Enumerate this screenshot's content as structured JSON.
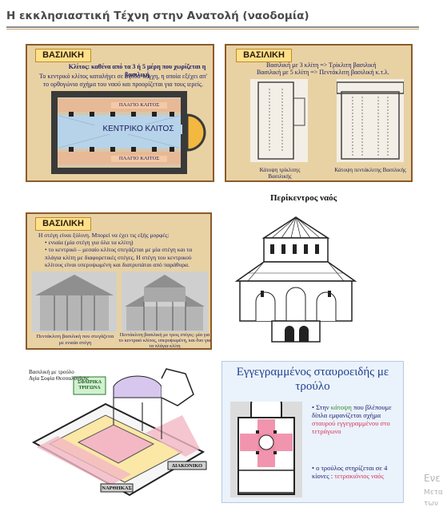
{
  "page_title": "Η εκκλησιαστική Τέχνη στην Ανατολή (ναοδομία)",
  "slide1": {
    "title": "ΒΑΣΙΛΙΚΗ",
    "text1": "Κλίτος: καθένα από τα 3 ή 5 μέρη που χωρίζεται η βασιλική",
    "text2": "Το κεντρικό κλίτος καταλήγει σε αψίδα-κόγχη, η οποία εξέχει απ' το ορθογώνιο σχήμα του ναού και προορίζεται για τους ιερείς.",
    "label_top": "ΠΛΑΓΙΟ ΚΛΙΤΟΣ",
    "label_center": "ΚΕΝΤΡΙΚΟ ΚΛΙΤΟΣ",
    "label_bottom": "ΠΛΑΓΙΟ ΚΛΙΤΟΣ"
  },
  "slide2": {
    "title": "ΒΑΣΙΛΙΚΗ",
    "text1": "Βασιλική με 3 κλίτη => Τρίκλιτη βασιλική",
    "text2": "Βασιλική με 5 κλίτη => Πεντάκλιτη βασιλική κ.τ.λ.",
    "caption_left": "Κάτοψη τρίκλιτης Βασιλικής",
    "caption_right": "Κάτοψη πεντάκλιτης Βασιλικής"
  },
  "heading_central": "Περίκεντρος ναός",
  "slide3": {
    "title": "ΒΑΣΙΛΙΚΗ",
    "intro": "Η στέγη είναι ξύλινη. Μπορεί να έχει τις εξής μορφές:",
    "bullet1": "ενιαία (μία στέγη για όλα τα κλίτη)",
    "bullet2": "το κεντρικό – μεσαίο κλίτος στεγάζεται με μία στέγη και τα πλάγια κλίτη με διαφορετικές στέγες. Η στέγη του κεντρικού κλίτους είναι υπερυψωμένη και διατρυπάται από παράθυρα.",
    "caption_left": "Πεντάκλιτη βασιλική που στεγάζεται με ενιαία στέγη",
    "caption_right": "Πεντάκλιτη βασιλική με τρεις στέγες: μία για το κεντρικό κλίτος, υπερυψωμένη, και δυο για τα πλάγια κλίτη"
  },
  "slide5": {
    "label_main": "Βασιλική με τρούλο",
    "label_sub": "Αγία Σοφία Θεσσαλονίκης",
    "label_sfairiko": "ΣΦΑΙΡΙΚΑ ΤΡΙΓΩΝΑ",
    "label_diakoniko": "ΔΙΑΚΟΝΙΚΟ",
    "label_narthikas": "ΝΑΡΘΗΚΑΣ"
  },
  "slide6": {
    "title": "Εγγεγραμμένος σταυροειδής με τρούλο",
    "b1_pre": "Στην ",
    "b1_green": "κάτοψη",
    "b1_mid": " που βλέπουμε δίπλα εμφανίζεται σχήμα ",
    "b1_red": "σταυρού εγγεγραμμένου στο τετράγωνο",
    "b2_pre": "ο τρούλος στηρίζεται σε 4 κίονες : ",
    "b2_red": "τετρακιόνιος ναός"
  },
  "edge_text": {
    "line1": "Ενε",
    "line2": "Μετα",
    "line3": "των"
  }
}
